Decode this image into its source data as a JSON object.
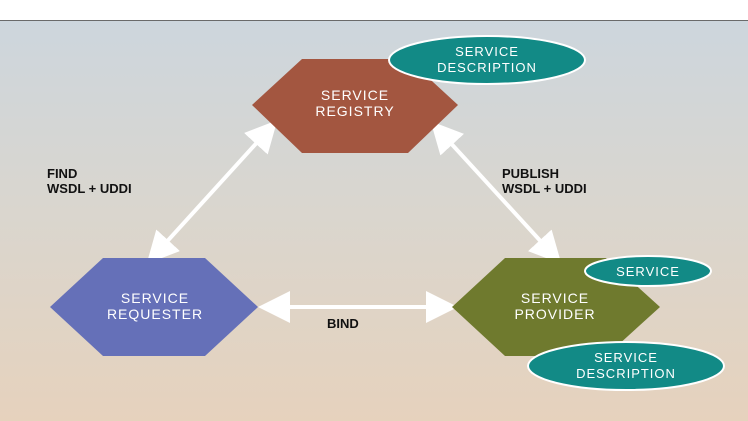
{
  "colors": {
    "registry": "#a35640",
    "requester": "#6570b8",
    "provider": "#6f7a2e",
    "bubble": "#128a86",
    "arrow": "#ffffff"
  },
  "nodes": {
    "registry": {
      "line1": "SERVICE",
      "line2": "REGISTRY"
    },
    "requester": {
      "line1": "SERVICE",
      "line2": "REQUESTER"
    },
    "provider": {
      "line1": "SERVICE",
      "line2": "PROVIDER"
    }
  },
  "edges": {
    "find": {
      "line1": "FIND",
      "line2": "WSDL + UDDI"
    },
    "publish": {
      "line1": "PUBLISH",
      "line2": "WSDL + UDDI"
    },
    "bind": {
      "label": "BIND"
    }
  },
  "bubbles": {
    "registry_description": {
      "line1": "SERVICE",
      "line2": "DESCRIPTION"
    },
    "provider_service": {
      "label": "SERVICE"
    },
    "provider_description": {
      "line1": "SERVICE",
      "line2": "DESCRIPTION"
    }
  }
}
